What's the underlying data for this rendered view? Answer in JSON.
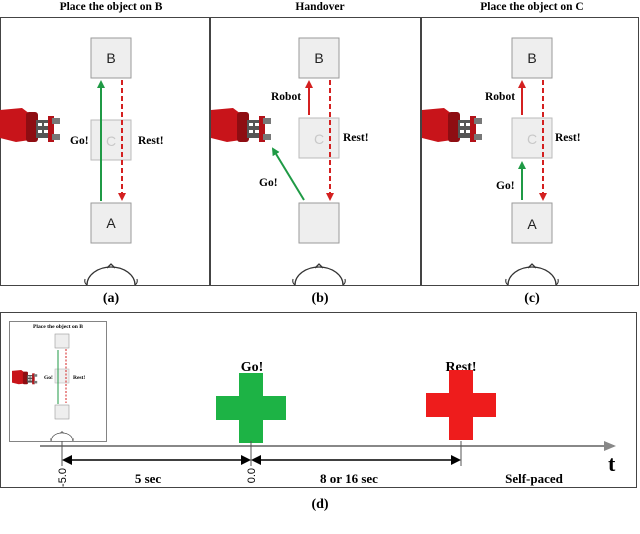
{
  "panels": [
    {
      "title": "Place the object on B",
      "caption": "(a)",
      "boxes": {
        "top": "B",
        "middle": "C",
        "bottom": "A"
      },
      "labels": {
        "go": "Go!",
        "rest": "Rest!",
        "robot": ""
      }
    },
    {
      "title": "Handover",
      "caption": "(b)",
      "boxes": {
        "top": "B",
        "middle": "C",
        "bottom": ""
      },
      "labels": {
        "go": "Go!",
        "rest": "Rest!",
        "robot": "Robot"
      }
    },
    {
      "title": "Place the object on C",
      "caption": "(c)",
      "boxes": {
        "top": "B",
        "middle": "C",
        "bottom": "A"
      },
      "labels": {
        "go": "Go!",
        "rest": "Rest!",
        "robot": "Robot"
      }
    }
  ],
  "timeline": {
    "thumbnail_title": "Place the object on B",
    "thumbnail_go": "Go!",
    "thumbnail_rest": "Rest!",
    "go_label": "Go!",
    "rest_label": "Rest!",
    "tick_start": "-5.0",
    "tick_zero": "0.0",
    "span1": "5 sec",
    "span2": "8 or 16 sec",
    "self_paced": "Self-paced",
    "axis_label": "t",
    "caption": "(d)"
  },
  "colors": {
    "go_arrow": "#1f9a45",
    "rest_arrow": "#d42020",
    "go_cross": "#1db345",
    "rest_cross": "#ee1c1c",
    "robot": "#c8141a",
    "box_fill": "#eeeeee",
    "box_stroke": "#9a9a9a"
  }
}
